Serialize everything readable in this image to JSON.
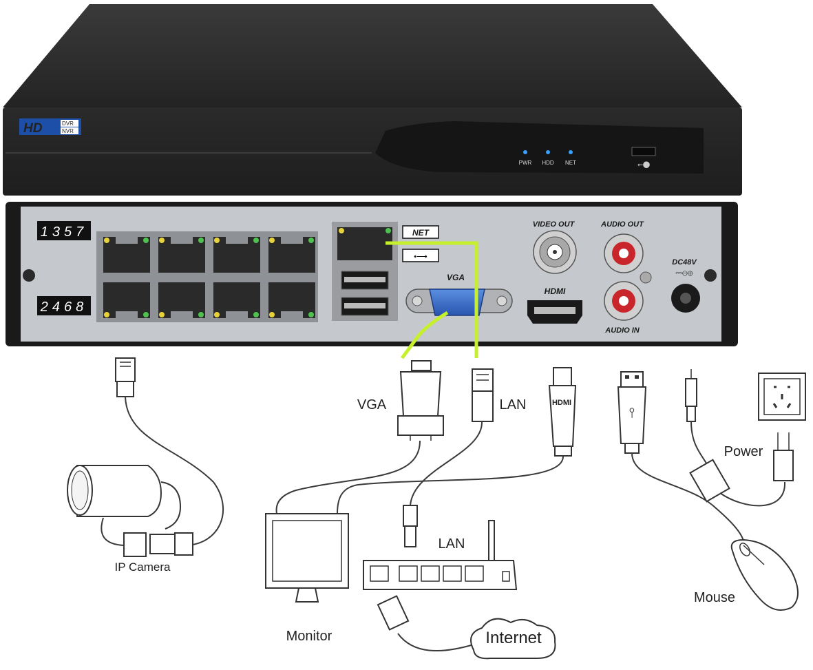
{
  "device": {
    "logo_text": "HD",
    "logo_dvr": "DVR",
    "logo_nvr": "NVR",
    "leds": [
      "PWR",
      "HDD",
      "NET"
    ]
  },
  "rear_panel": {
    "ports_top": "1357",
    "ports_bottom": "2468",
    "net": "NET",
    "vga": "VGA",
    "video_out": "VIDEO OUT",
    "audio_out": "AUDIO OUT",
    "hdmi": "HDMI",
    "audio_in": "AUDIO IN",
    "dc": "DC48V"
  },
  "labels": {
    "vga": "VGA",
    "lan_top": "LAN",
    "hdmi_plug": "HDMI",
    "power": "Power",
    "ip_camera": "IP Camera",
    "lan_router": "LAN",
    "monitor": "Monitor",
    "internet": "Internet",
    "mouse": "Mouse"
  },
  "colors": {
    "highlight": "#c6f02c",
    "device_body": "#2c2c2c",
    "panel": "#c5c8cc"
  }
}
